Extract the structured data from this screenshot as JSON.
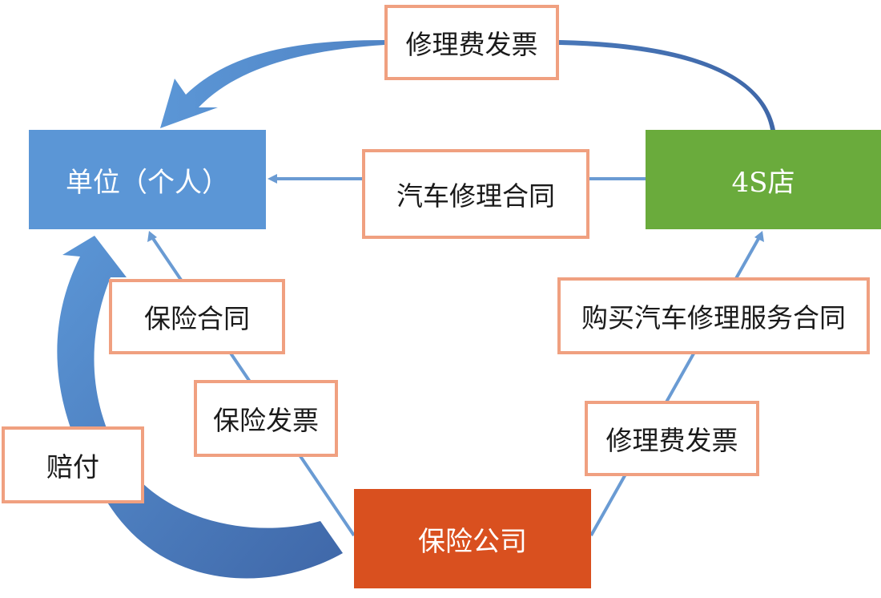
{
  "nodes": {
    "unit": {
      "text": "单位（个人）",
      "color": "#5b96d6"
    },
    "dealer": {
      "text": "4S店",
      "color": "#6aab3c"
    },
    "insurer": {
      "text": "保险公司",
      "color": "#d9501f"
    }
  },
  "labels": {
    "top_invoice": "修理费发票",
    "repair_contract": "汽车修理合同",
    "insurance_contract": "保险合同",
    "insurance_invoice": "保险发票",
    "compensation": "赔付",
    "service_contract": "购买汽车修理服务合同",
    "bottom_invoice": "修理费发票"
  },
  "colors": {
    "label_border": "#f0a080",
    "thin_arrow": "#6a9bd3",
    "big_arrow_dark": "#3f67a8",
    "big_arrow_light": "#5b96d6"
  }
}
